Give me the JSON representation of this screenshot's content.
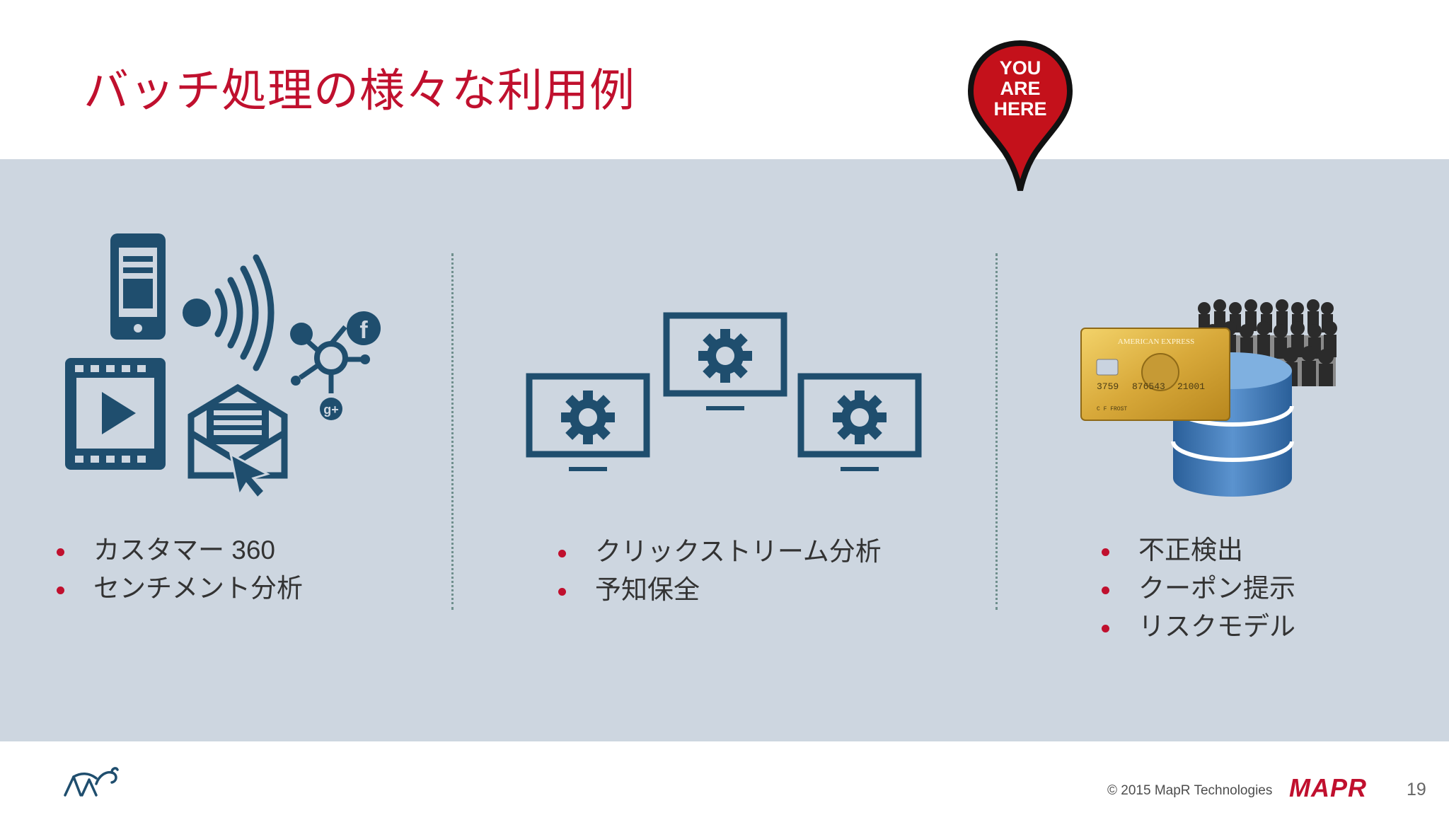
{
  "slide": {
    "title": "バッチ処理の様々な利用例",
    "pin_text": [
      "YOU",
      "ARE",
      "HERE"
    ],
    "columns": [
      {
        "icon": "data-sources-icon",
        "bullets": [
          "カスタマー 360",
          "センチメント分析"
        ]
      },
      {
        "icon": "monitors-gears-icon",
        "bullets": [
          "クリックストリーム分析",
          "予知保全"
        ]
      },
      {
        "icon": "credit-card-database-crowd-icon",
        "bullets": [
          "不正検出",
          "クーポン提示",
          "リスクモデル"
        ]
      }
    ],
    "card_text": {
      "brand": "AMERICAN EXPRESS",
      "number_left": "3759",
      "number_mid": "876543",
      "number_right": "21001",
      "name": "C F FROST"
    }
  },
  "footer": {
    "copyright": "© 2015 MapR Technologies",
    "brand": "MAPR",
    "page_number": "19"
  },
  "colors": {
    "accent_red": "#c0102e",
    "band": "#cdd6e0",
    "icon_blue": "#1f4e6e",
    "divider": "#6f8f8d"
  }
}
